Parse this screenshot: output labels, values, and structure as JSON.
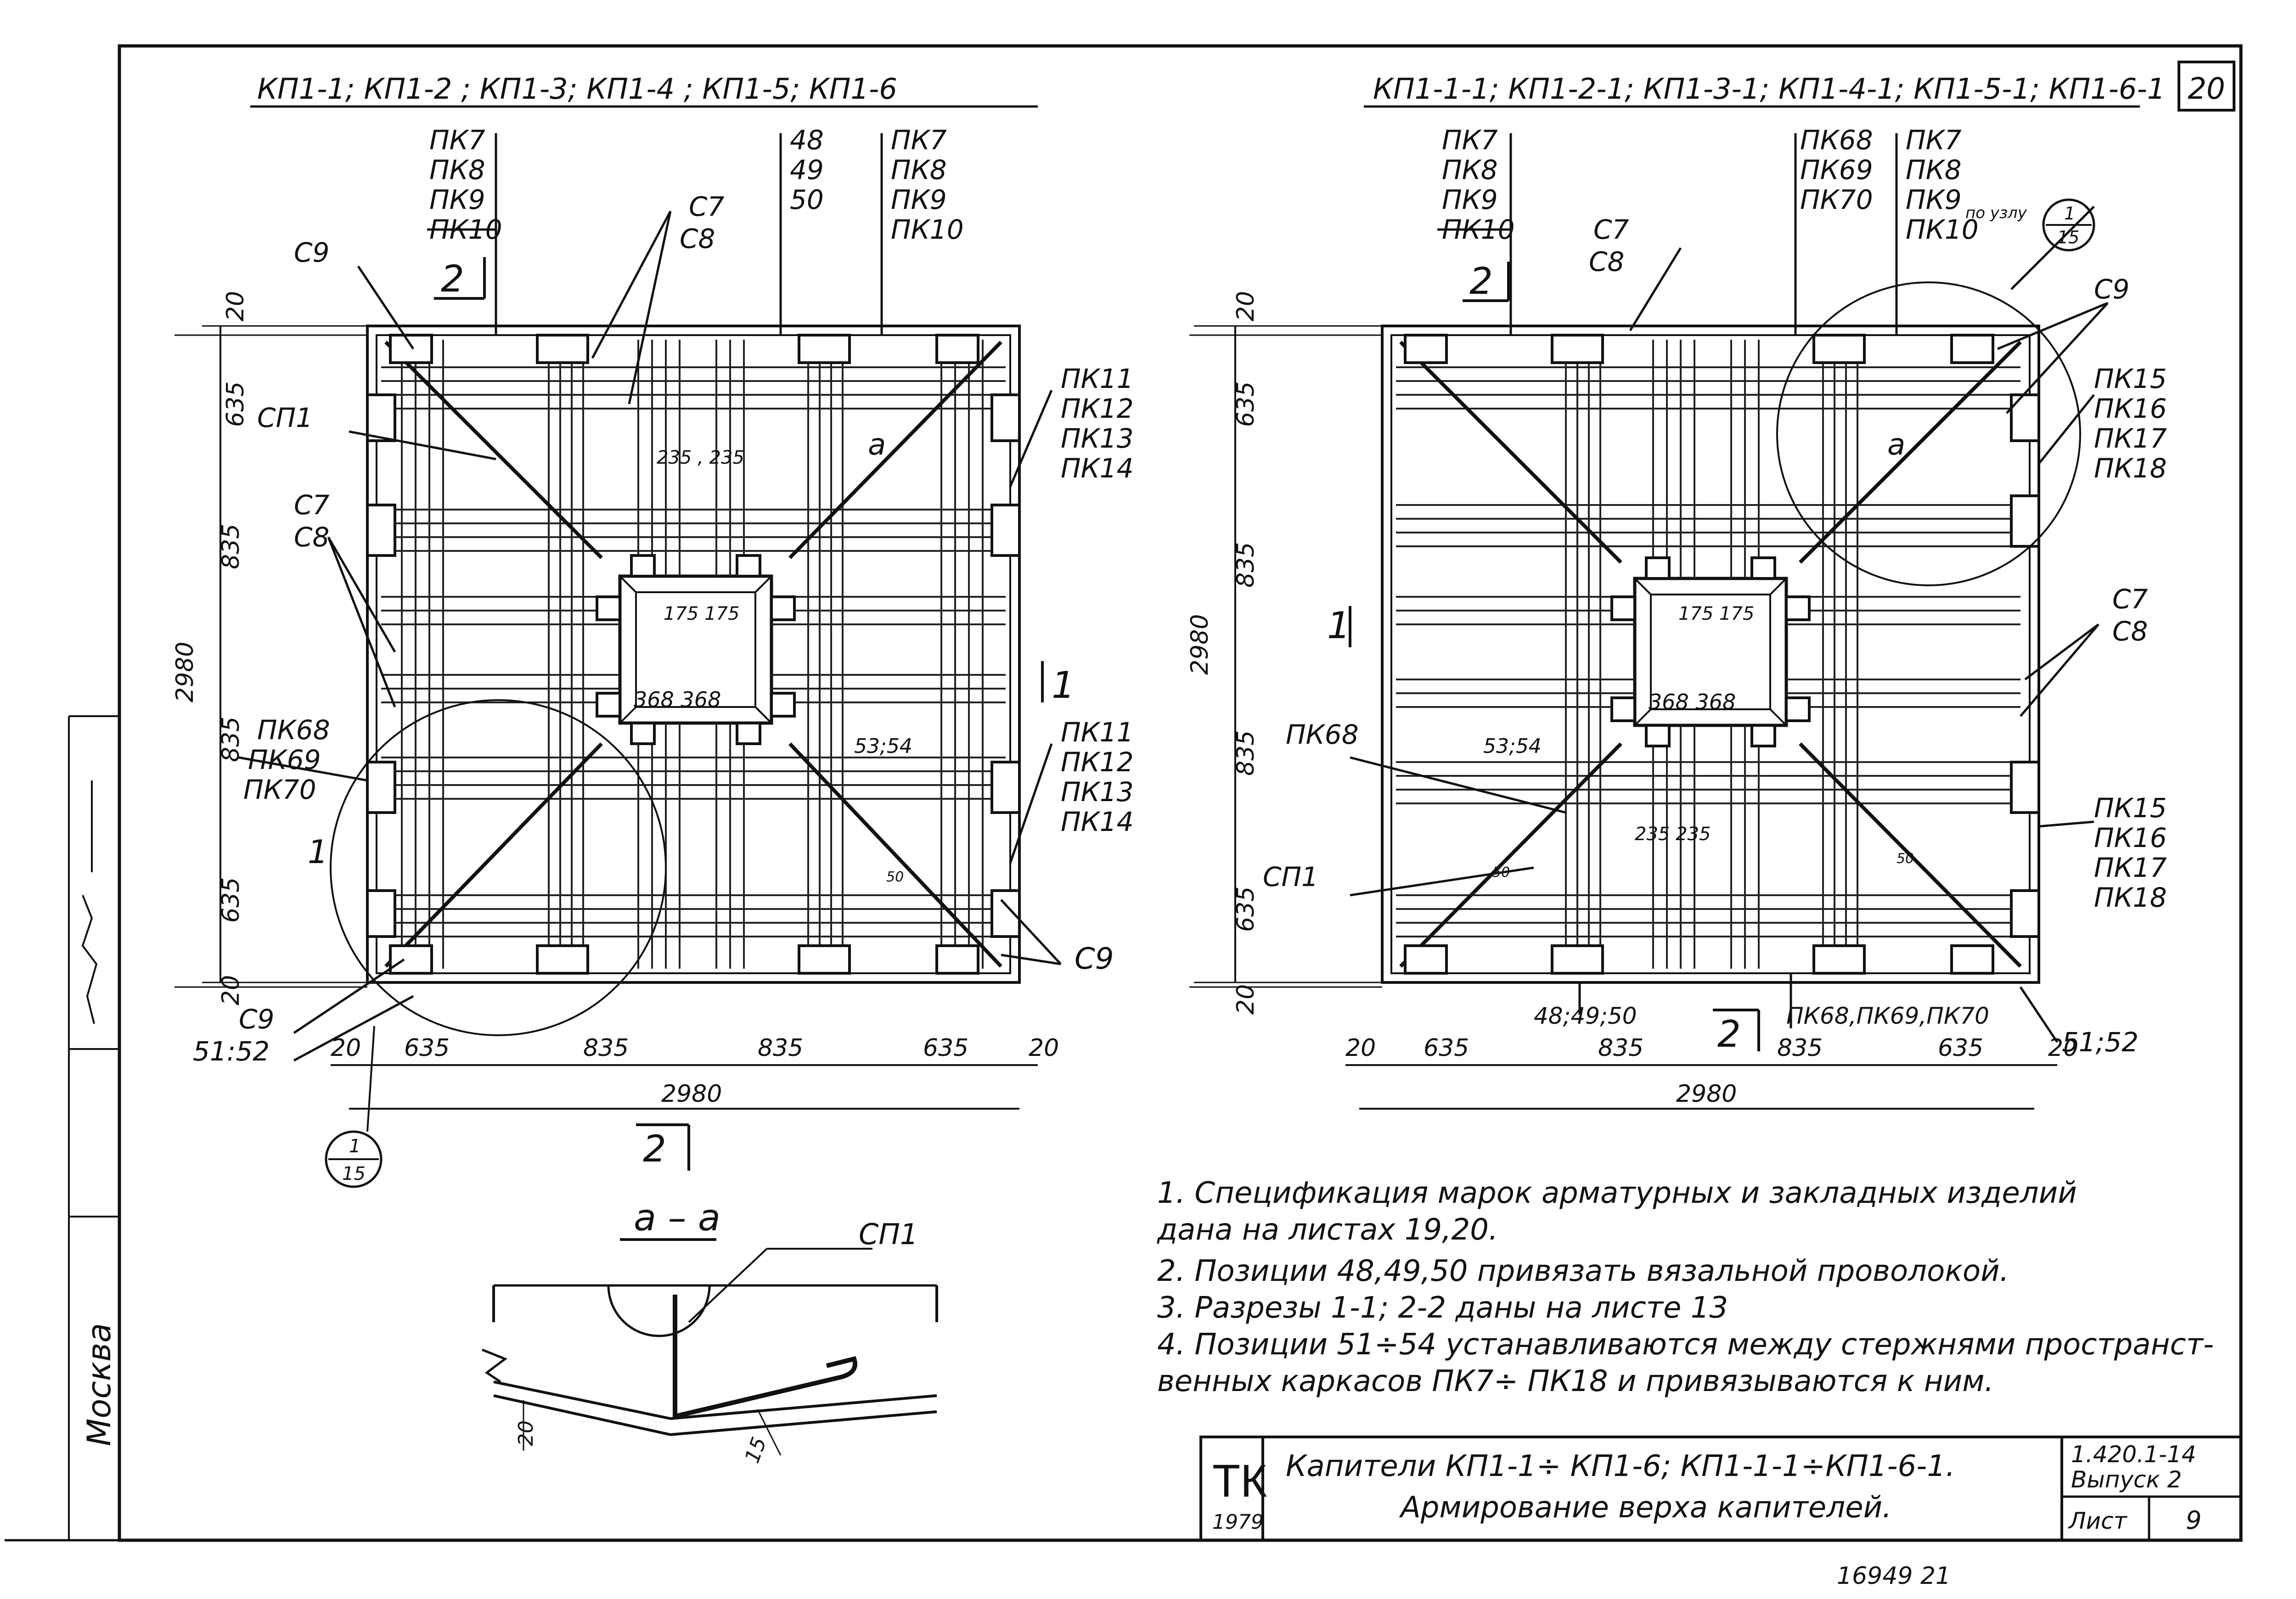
{
  "sheet_number": "20",
  "left_plan": {
    "title": "КП1-1;  КП1-2 ;  КП1-3;   КП1-4 ;    КП1-5;  КП1-6",
    "top_left_labels": [
      "ПК7",
      "ПК8",
      "ПК9",
      "ПК10"
    ],
    "top_mid_labels": [
      "48",
      "49",
      "50"
    ],
    "top_right_labels": [
      "ПК7",
      "ПК8",
      "ПК9",
      "ПК10"
    ],
    "c7c8": [
      "С7",
      "С8"
    ],
    "c9": "С9",
    "sp1": "СП1",
    "left_c7c8": [
      "С7",
      "С8"
    ],
    "pk68": [
      "ПК68",
      "ПК69",
      "ПК70"
    ],
    "right_pk_top": [
      "ПК11",
      "ПК12",
      "ПК13",
      "ПК14"
    ],
    "right_pk_bottom": [
      "ПК11",
      "ПК12",
      "ПК13",
      "ПК14"
    ],
    "section_2": "2",
    "section_1": "1",
    "section_a": "а",
    "d235": "235 , 235",
    "d175": "175  175",
    "d368": "368   368",
    "d5354": "53;54",
    "d50": "50",
    "bottom_c9": "С9",
    "bottom_left_c9": "С9",
    "d5152": "51:52",
    "node_top": "1",
    "node_bottom": "15",
    "dims_vertical": [
      "20",
      "635",
      "835",
      "2980",
      "835",
      "635",
      "20"
    ],
    "dims_horizontal": [
      "20",
      "635",
      "835",
      "835",
      "635",
      "20"
    ],
    "total": "2980"
  },
  "right_plan": {
    "title": "КП1-1-1; КП1-2-1; КП1-3-1; КП1-4-1; КП1-5-1; КП1-6-1",
    "top_left_labels": [
      "ПК7",
      "ПК8",
      "ПК9",
      "ПК10"
    ],
    "top_mid_labels": [
      "ПК68",
      "ПК69",
      "ПК70"
    ],
    "top_right_labels": [
      "ПК7",
      "ПК8",
      "ПК9",
      "ПК10"
    ],
    "c7c8": [
      "С7",
      "С8"
    ],
    "po_uzlu": "по узлу",
    "node_top": "1",
    "node_bottom": "15",
    "c9": "С9",
    "right_pk_top": [
      "ПК15",
      "ПК16",
      "ПК17",
      "ПК18"
    ],
    "right_c7c8": [
      "С7",
      "С8"
    ],
    "pk68": "ПК68",
    "sp1": "СП1",
    "right_pk_bottom": [
      "ПК15",
      "ПК16",
      "ПК17",
      "ПК18"
    ],
    "section_2": "2",
    "section_1": "1",
    "section_a": "а",
    "d175": "175  175",
    "d368": "368   368",
    "d235": "235  235",
    "d5354": "53;54",
    "d50": "50",
    "d485": "48;49;50",
    "pk_bottom": "ПК68,ПК69,ПК70",
    "d5152": "51;52",
    "dims_vertical": [
      "20",
      "635",
      "835",
      "2980",
      "835",
      "635",
      "20"
    ],
    "dims_horizontal": [
      "20",
      "635",
      "835",
      "835",
      "635",
      "20"
    ],
    "total": "2980"
  },
  "section_aa": {
    "title": "а – а",
    "sp1": "СП1",
    "d20": "20",
    "d15": "15"
  },
  "notes": [
    "1. Спецификация    марок    арматурных  и закладных  изделий",
    "    дана   на   листах  19,20.",
    "2. Позиции  48,49,50   привязать  вязальной   проволокой.",
    "3. Разрезы  1-1;  2-2  даны    на листе  13",
    "4. Позиции 51÷54  устанавливаются  между стержнями пространст-",
    "    венных  каркасов  ПК7÷ ПК18   и привязываются   к ним."
  ],
  "title_block": {
    "logo": "ТК",
    "year": "1979",
    "title_line1": "Капители  КП1-1÷ КП1-6; КП1-1-1÷КП1-6-1.",
    "title_line2": "Армирование  верха   капителей.",
    "series": "1.420.1-14",
    "issue": "Выпуск 2",
    "sheet_label": "Лист",
    "sheet_value": "9"
  },
  "stamp": "16949   21",
  "margin_city": "Москва"
}
